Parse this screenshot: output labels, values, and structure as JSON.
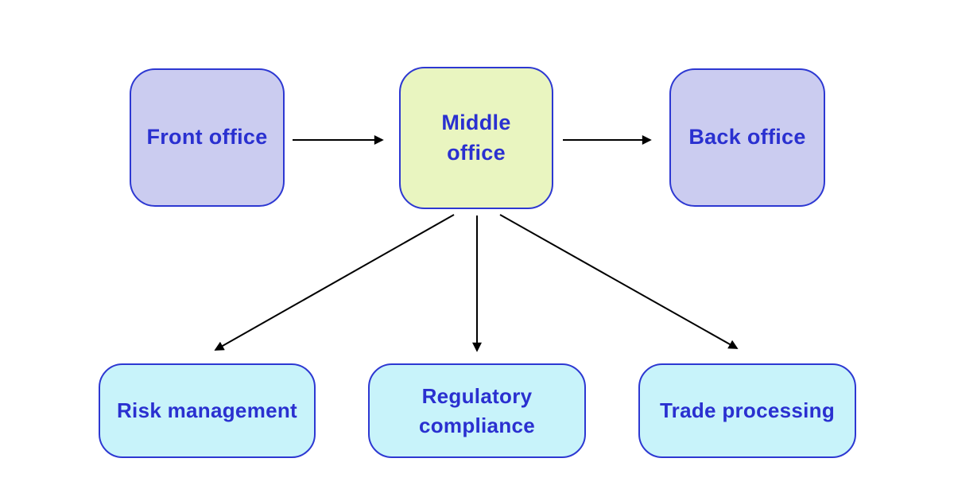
{
  "page": {
    "background_color": "#ffffff"
  },
  "diagram": {
    "arrow_color": "#000000",
    "node_border_color": "#2d38d2",
    "node_text_color": "#2a30d0",
    "nodes": [
      {
        "id": "front-office",
        "label": "Front office",
        "fill": "#cbccf0",
        "border_color": "#2d38d2",
        "text_color": "#2a30d0",
        "row": "top"
      },
      {
        "id": "middle-office",
        "label": "Middle office",
        "lines": [
          "Middle",
          "office"
        ],
        "fill": "#e9f5c0",
        "border_color": "#2d38d2",
        "text_color": "#2a30d0",
        "row": "top"
      },
      {
        "id": "back-office",
        "label": "Back office",
        "fill": "#cbccf0",
        "border_color": "#2d38d2",
        "text_color": "#2a30d0",
        "row": "top"
      },
      {
        "id": "risk-management",
        "label": "Risk management",
        "fill": "#c8f3fa",
        "border_color": "#2d38d2",
        "text_color": "#2a30d0",
        "row": "bottom"
      },
      {
        "id": "regulatory-compliance",
        "label": "Regulatory compliance",
        "lines": [
          "Regulatory",
          "compliance"
        ],
        "fill": "#c8f3fa",
        "border_color": "#2d38d2",
        "text_color": "#2a30d0",
        "row": "bottom"
      },
      {
        "id": "trade-processing",
        "label": "Trade processing",
        "fill": "#c8f3fa",
        "border_color": "#2d38d2",
        "text_color": "#2a30d0",
        "row": "bottom"
      }
    ],
    "edges": [
      {
        "from": "front-office",
        "to": "middle-office"
      },
      {
        "from": "middle-office",
        "to": "back-office"
      },
      {
        "from": "middle-office",
        "to": "risk-management"
      },
      {
        "from": "middle-office",
        "to": "regulatory-compliance"
      },
      {
        "from": "middle-office",
        "to": "trade-processing"
      }
    ]
  }
}
